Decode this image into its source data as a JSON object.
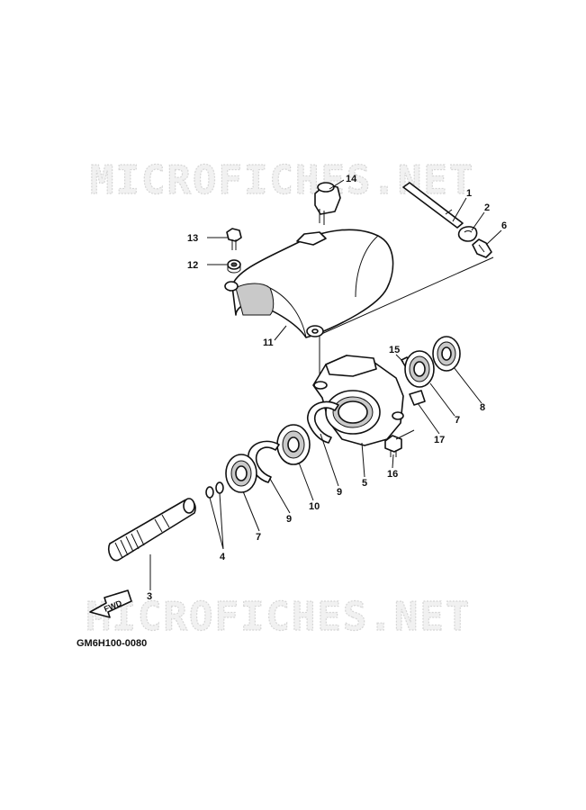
{
  "watermarks": [
    "MICROFICHES.NET",
    "MICROFICHES.NET"
  ],
  "diagram_code": "GM6H100-0080",
  "fwd_label": "FWD",
  "callouts": {
    "c1": "1",
    "c2": "2",
    "c3": "3",
    "c4": "4",
    "c5": "5",
    "c6": "6",
    "c7a": "7",
    "c7b": "7",
    "c8": "8",
    "c9a": "9",
    "c9b": "9",
    "c10": "10",
    "c11": "11",
    "c12": "12",
    "c13": "13",
    "c14": "14",
    "c15": "15",
    "c16": "16",
    "c17": "17"
  }
}
